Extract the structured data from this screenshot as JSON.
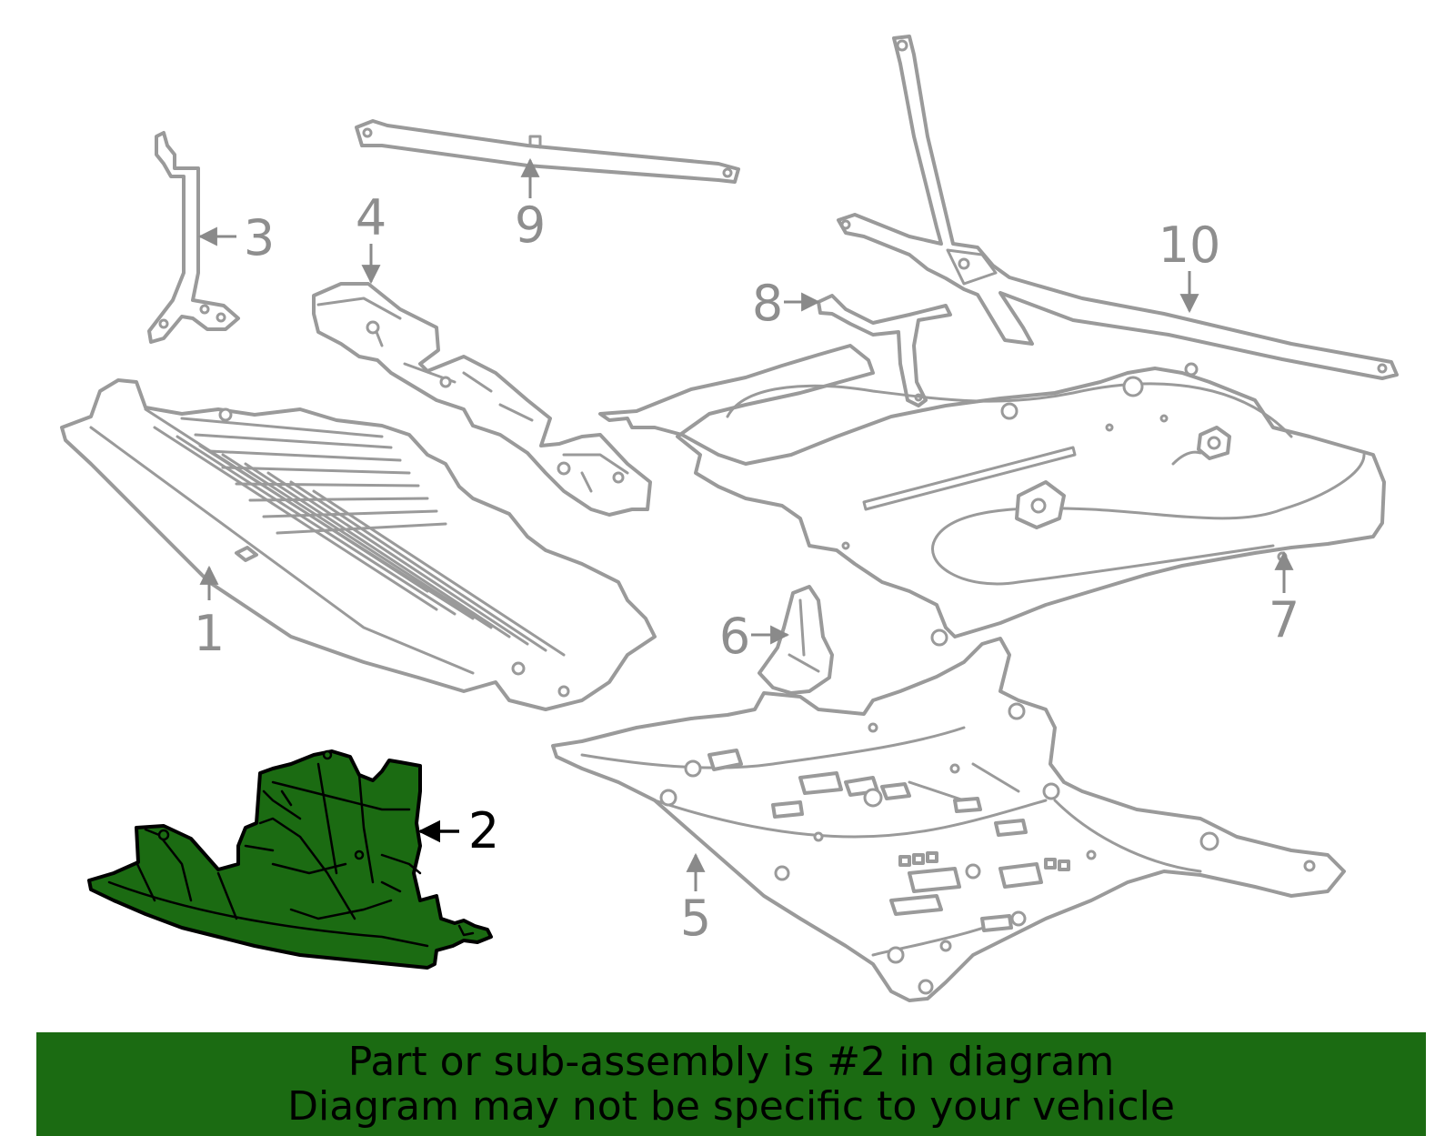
{
  "highlight_color": "#1b6b12",
  "line_color": "#9a9a9a",
  "highlighted_part": "2",
  "callouts": [
    {
      "id": "1",
      "label": "1"
    },
    {
      "id": "2",
      "label": "2"
    },
    {
      "id": "3",
      "label": "3"
    },
    {
      "id": "4",
      "label": "4"
    },
    {
      "id": "5",
      "label": "5"
    },
    {
      "id": "6",
      "label": "6"
    },
    {
      "id": "7",
      "label": "7"
    },
    {
      "id": "8",
      "label": "8"
    },
    {
      "id": "9",
      "label": "9"
    },
    {
      "id": "10",
      "label": "10"
    }
  ],
  "banner": {
    "line1": "Part or sub-assembly is #2 in diagram",
    "line2": "Diagram may not be specific to your vehicle"
  }
}
